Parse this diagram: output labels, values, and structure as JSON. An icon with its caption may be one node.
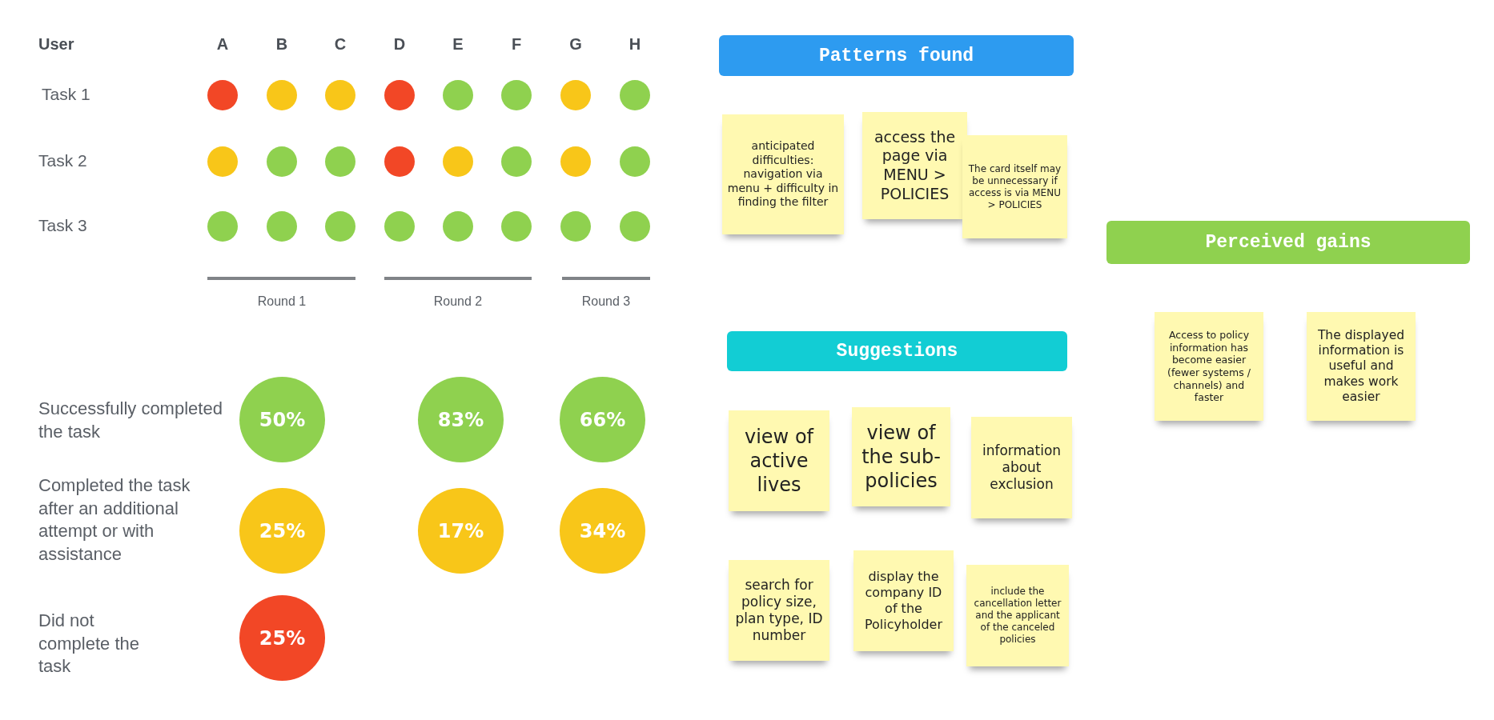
{
  "diagram": {
    "nodes": [
      {
        "text": [],
        "shape": "circle"
      },
      {
        "text": [],
        "shape": "circle"
      },
      {
        "text": [],
        "shape": "circle"
      },
      {
        "text": [],
        "shape": "circle"
      },
      {
        "text": [],
        "shape": "circle"
      },
      {
        "text": [],
        "shape": "circle"
      },
      {
        "text": [],
        "shape": "circle"
      },
      {
        "text": [],
        "shape": "circle"
      },
      {
        "text": [],
        "shape": "circle"
      },
      {
        "text": [],
        "shape": "circle"
      },
      {
        "text": [],
        "shape": "circle"
      },
      {
        "text": [],
        "shape": "circle"
      },
      {
        "text": [],
        "shape": "circle"
      },
      {
        "text": [],
        "shape": "circle"
      },
      {
        "text": [],
        "shape": "circle"
      },
      {
        "text": [],
        "shape": "circle"
      },
      {
        "text": [],
        "shape": "circle"
      },
      {
        "text": [],
        "shape": "circle"
      },
      {
        "text": [],
        "shape": "circle"
      },
      {
        "text": [],
        "shape": "circle"
      },
      {
        "text": [],
        "shape": "circle"
      },
      {
        "text": [],
        "shape": "circle"
      },
      {
        "text": [],
        "shape": "circle"
      },
      {
        "text": [],
        "shape": "circle"
      },
      {
        "text": [
          "50%"
        ]
      },
      {
        "text": [
          "83%"
        ]
      },
      {
        "text": [
          "66%"
        ]
      },
      {
        "text": [
          "25%"
        ]
      },
      {
        "text": [
          "17%"
        ]
      },
      {
        "text": [
          "34%"
        ]
      },
      {
        "text": [
          "25%"
        ]
      },
      {
        "text": [
          "Patterns found"
        ]
      },
      {
        "text": [
          "anticipated difficulties: navigation via menu + difficulty in finding the filter"
        ]
      },
      {
        "text": [
          "access the page via MENU > POLICIES"
        ]
      },
      {
        "text": [
          "The card itself may be unnecessary if access is via MENU > POLICIES"
        ]
      },
      {
        "text": [
          "Suggestions"
        ]
      },
      {
        "text": [
          "view of active lives"
        ]
      },
      {
        "text": [
          "view of the sub-policies"
        ]
      },
      {
        "text": [
          "information about exclusion"
        ]
      },
      {
        "text": [
          "search for policy size, plan type, ID number"
        ]
      },
      {
        "text": [
          "display the company ID of the Policyholder"
        ]
      },
      {
        "text": [
          "include the cancellation letter and the applicant of the canceled policies"
        ]
      },
      {
        "text": [
          "Perceived gains"
        ]
      },
      {
        "text": [
          "Access to policy information has become easier (fewer systems / channels) and faster"
        ]
      },
      {
        "text": [
          "The displayed information is useful and makes work easier"
        ]
      }
    ],
    "edges": [],
    "labels": [
      "User",
      "A",
      "B",
      "C",
      "D",
      "E",
      "F",
      "G",
      "H",
      "Task 1",
      "Task 2",
      "Task 3",
      "Round 1",
      "Round 2",
      "Round 3",
      "Successfully completed the task",
      "Completed the task after an additional attempt or with assistance",
      "Did not complete the task"
    ]
  }
}
